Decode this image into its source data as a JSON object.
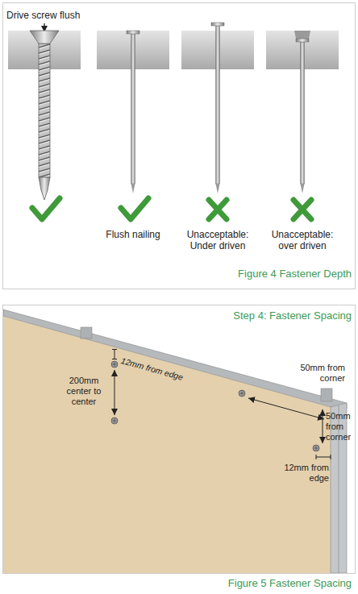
{
  "diagram": {
    "labels": [
      "Drive screw flush",
      "Flush nailing",
      "Unacceptable: Under driven",
      "Unacceptable: over driven",
      "Figure 4 Fastener Depth",
      "Step 4: Fastener Spacing",
      "12mm from edge",
      "50mm from corner",
      "200mm center to center",
      "50mm from corner",
      "12mm from edge",
      "Figure 5 Fastener Spacing"
    ]
  }
}
